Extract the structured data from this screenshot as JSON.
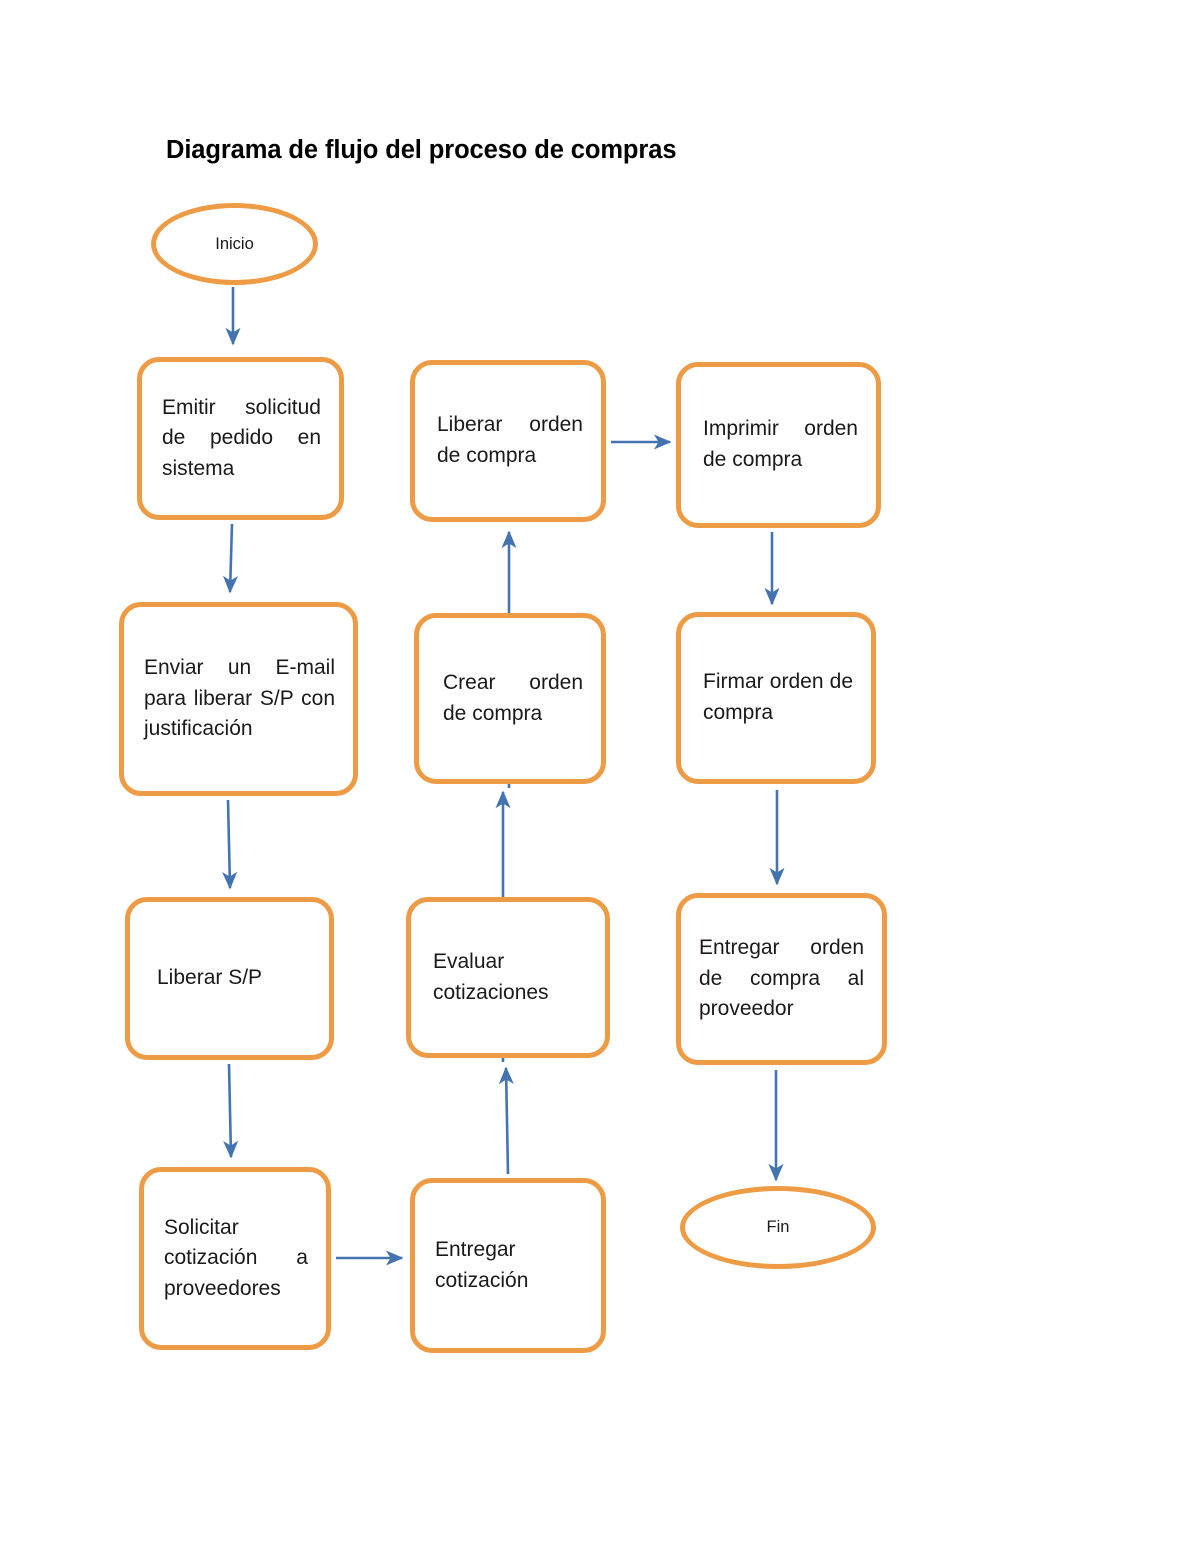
{
  "page": {
    "title": "Diagrama de flujo del proceso de compras",
    "accent_shape_color": "#ED9B44",
    "accent_arrow_color": "#4374B0",
    "background_color": "#FFFFFF"
  },
  "nodes": {
    "inicio": {
      "label": "Inicio",
      "shape": "terminator"
    },
    "emitir": {
      "label": "Emitir solicitud de pedido en sistema",
      "shape": "process"
    },
    "enviar": {
      "label": "Enviar un E-mail para liberar S/P con justificación",
      "shape": "process"
    },
    "liberar_sp": {
      "label": "Liberar S/P",
      "shape": "process"
    },
    "solicitar": {
      "label": "Solicitar cotización a proveedores",
      "shape": "process"
    },
    "entregar_cot": {
      "label": "Entregar cotización",
      "shape": "process"
    },
    "evaluar": {
      "label": "Evaluar cotizaciones",
      "shape": "process"
    },
    "crear_oc": {
      "label": "Crear orden de compra",
      "shape": "process"
    },
    "liberar_oc": {
      "label": "Liberar orden de compra",
      "shape": "process"
    },
    "imprimir_oc": {
      "label": "Imprimir orden de compra",
      "shape": "process"
    },
    "firmar_oc": {
      "label": "Firmar orden de compra",
      "shape": "process"
    },
    "entregar_oc": {
      "label": "Entregar orden de compra al proveedor",
      "shape": "process"
    },
    "fin": {
      "label": "Fin",
      "shape": "terminator"
    }
  },
  "edges": [
    {
      "from": "inicio",
      "to": "emitir",
      "direction": "down"
    },
    {
      "from": "emitir",
      "to": "enviar",
      "direction": "down"
    },
    {
      "from": "enviar",
      "to": "liberar_sp",
      "direction": "down"
    },
    {
      "from": "liberar_sp",
      "to": "solicitar",
      "direction": "down"
    },
    {
      "from": "solicitar",
      "to": "entregar_cot",
      "direction": "right"
    },
    {
      "from": "entregar_cot",
      "to": "evaluar",
      "direction": "up"
    },
    {
      "from": "evaluar",
      "to": "crear_oc",
      "direction": "up"
    },
    {
      "from": "crear_oc",
      "to": "liberar_oc",
      "direction": "up"
    },
    {
      "from": "liberar_oc",
      "to": "imprimir_oc",
      "direction": "right"
    },
    {
      "from": "imprimir_oc",
      "to": "firmar_oc",
      "direction": "down"
    },
    {
      "from": "firmar_oc",
      "to": "entregar_oc",
      "direction": "down"
    },
    {
      "from": "entregar_oc",
      "to": "fin",
      "direction": "down"
    }
  ]
}
